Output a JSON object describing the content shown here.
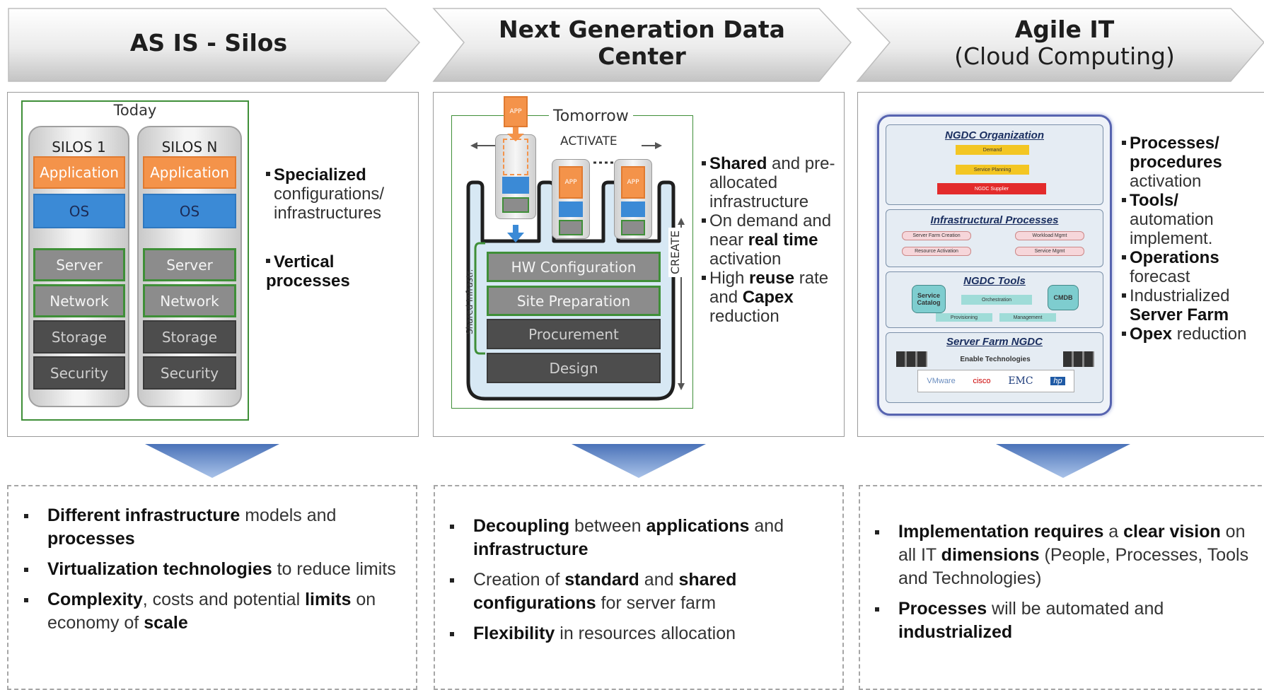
{
  "columns": [
    {
      "title": "AS IS - Silos",
      "subtitle": "",
      "bullets": [
        {
          "bold": "Specialized",
          "text": "configurations/ infrastructures"
        },
        {
          "bold": "Vertical processes",
          "text": ""
        }
      ],
      "summary": [
        [
          {
            "b": "Different infrastructure"
          },
          {
            "t": " models and "
          },
          {
            "b": "processes"
          }
        ],
        [
          {
            "b": "Virtualization technologies"
          },
          {
            "t": " to reduce limits"
          }
        ],
        [
          {
            "b": "Complexity"
          },
          {
            "t": ", costs and potential "
          },
          {
            "b": "limits"
          },
          {
            "t": " on economy of "
          },
          {
            "b": "scale"
          }
        ]
      ]
    },
    {
      "title": "Next Generation Data Center",
      "subtitle": "",
      "bullets_text": [
        [
          {
            "b": "Shared"
          },
          {
            "t": " and pre-allocated infrastructure"
          }
        ],
        [
          {
            "t": "On demand and near "
          },
          {
            "b": "real time"
          },
          {
            "t": " activation"
          }
        ],
        [
          {
            "t": "High "
          },
          {
            "b": "reuse"
          },
          {
            "t": " rate and "
          },
          {
            "b": "Capex"
          },
          {
            "t": " reduction"
          }
        ]
      ],
      "summary": [
        [
          {
            "b": "Decoupling"
          },
          {
            "t": " between "
          },
          {
            "b": "applications"
          },
          {
            "t": " and "
          },
          {
            "b": "infrastructure"
          }
        ],
        [
          {
            "t": "Creation of "
          },
          {
            "b": "standard"
          },
          {
            "t": " and "
          },
          {
            "b": "shared configurations"
          },
          {
            "t": " for server farm"
          }
        ],
        [
          {
            "b": "Flexibility"
          },
          {
            "t": " in resources allocation"
          }
        ]
      ]
    },
    {
      "title": "Agile IT",
      "subtitle": "(Cloud Computing)",
      "bullets_text": [
        [
          {
            "b": "Processes/ procedures"
          },
          {
            "t": " activation"
          }
        ],
        [
          {
            "b": "Tools/"
          },
          {
            "t": " automation implement."
          }
        ],
        [
          {
            "b": "Operations"
          },
          {
            "t": " forecast"
          }
        ],
        [
          {
            "t": "Industrialized "
          },
          {
            "b": "Server Farm"
          }
        ],
        [
          {
            "b": "Opex"
          },
          {
            "t": " reduction"
          }
        ]
      ],
      "summary": [
        [
          {
            "b": "Implementation requires"
          },
          {
            "t": " a "
          },
          {
            "b": "clear vision"
          },
          {
            "t": " on all IT "
          },
          {
            "b": "dimensions"
          },
          {
            "t": " (People, Processes, Tools and Technologies)"
          }
        ],
        [
          {
            "b": "Processes"
          },
          {
            "t": " will be automated and "
          },
          {
            "b": "industrialized"
          }
        ]
      ]
    }
  ],
  "silos": {
    "today_label": "Today",
    "silo1": "SILOS 1",
    "silon": "SILOS N",
    "layers": [
      "Application",
      "OS",
      "Server",
      "Network",
      "Storage",
      "Security"
    ]
  },
  "ngdc": {
    "tomorrow_label": "Tomorrow",
    "activate_label": "ACTIVATE",
    "create_label": "CREATE",
    "shared_label": "Shared Infrastr.",
    "app_label": "APP",
    "stack": [
      "HW Configuration",
      "Site Preparation",
      "Procurement",
      "Design"
    ]
  },
  "cloud": {
    "org": "NGDC Organization",
    "org_items": [
      "Demand",
      "Service Planning",
      "NGDC Supplier"
    ],
    "infra": "Infrastructural Processes",
    "infra_items": [
      "Server Farm Creation",
      "Workload Mgmt",
      "Resource Activation",
      "Service Mgmt"
    ],
    "tools": "NGDC Tools",
    "tools_items": [
      "Service Catalog",
      "Orchestration",
      "CMDB",
      "Provisioning",
      "Management"
    ],
    "farm": "Server Farm NGDC",
    "farm_label": "Enable Technologies",
    "vendors": [
      "VMware",
      "cisco",
      "EMC",
      "hp"
    ]
  },
  "colors": {
    "app": "#f4934a",
    "os": "#3b8ad6",
    "green_border": "#3f8f38",
    "arrow_blue": "#6d93cf"
  }
}
